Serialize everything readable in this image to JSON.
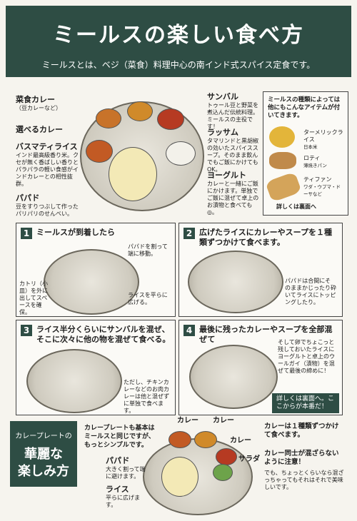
{
  "header": {
    "title": "ミールスの楽しい食べ方",
    "subtitle": "ミールスとは、ベジ（菜食）料理中心の南インド式スパイス定食です。"
  },
  "top": {
    "saishoku": {
      "label": "菜食カレー",
      "sub": "（豆カレーなど）"
    },
    "erabero": {
      "label": "選べるカレー"
    },
    "basmati": {
      "label": "バスマティライス",
      "desc": "インド最高級香り米。クセが無く香ばしい香りとパラパラの軽い食感がインドカレーとの相性抜群。"
    },
    "papad": {
      "label": "パパド",
      "desc": "豆をすりつぶして作ったパリパリのせんべい。"
    },
    "sambar": {
      "label": "サンバル",
      "desc": "トゥール豆と野菜を煮込んだ伝統料理。ミールスの主役です！"
    },
    "rasam": {
      "label": "ラッサム",
      "desc": "タマリンドと黒胡椒の効いたスパイススープ。そのまま飲んでもご飯にかけてもOK。"
    },
    "yogurt": {
      "label": "ヨーグルト",
      "desc": "カレーと一緒にご飯にかけます。単独でご飯に混ぜて卓上のお漬物と食べても◎。"
    }
  },
  "side": {
    "intro": "ミールスの種類によっては他にもこんなアイテムが付いてきます。",
    "items": [
      {
        "name": "ターメリックライス",
        "sub": "日本米"
      },
      {
        "name": "ロティ",
        "sub": "薄焼きパン"
      },
      {
        "name": "ティファン",
        "sub": "ワダ・ウプマ・ドーサなど"
      }
    ],
    "more": "詳しくは裏面へ"
  },
  "steps": [
    {
      "num": "1",
      "title": "ミールスが到着したら",
      "notes": [
        "パパドを割って端に移動。",
        "カトリ（小皿）を外に出してスペースを確保。",
        "ライスを平らに広げる。"
      ]
    },
    {
      "num": "2",
      "title": "広げたライスにカレーやスープを１種類ずつかけて食べます。",
      "notes": [
        "パパドは合間にそのままかじったり砕いてライスにトッピングしたり。"
      ]
    },
    {
      "num": "3",
      "title": "ライス半分くらいにサンバルを混ぜ、そこに次々に他の物を混ぜて食べる。",
      "notes": [
        "ただし、チキンカレーなどのお肉カレーは他と混ぜずに単独で食べます。"
      ]
    },
    {
      "num": "4",
      "title": "最後に残ったカレーやスープを全部混ぜて",
      "notes": [
        "そして卵でちょこっと残しておいたライスにヨーグルトと卓上のウールガイ（漬物）を混ぜて最後の締めに！"
      ],
      "badge": "詳しくは裏面へ。ここからが本番だ！"
    }
  ],
  "bottom": {
    "box_top": "カレープレートの",
    "box_main1": "華麗な",
    "box_main2": "楽しみ方",
    "intro": "カレープレートも基本はミールスと同じですが、もっとシンプルです。",
    "labels": {
      "curry1": "カレー",
      "curry2": "カレー",
      "curry3": "カレー",
      "salad": "サラダ"
    },
    "papad": {
      "label": "パパド",
      "desc": "大きく割って端に避けます。"
    },
    "rice": {
      "label": "ライス",
      "desc": "平らに広げます。"
    },
    "right1": "カレーは１種類ずつかけて食べます。",
    "right2": "カレー同士が混ざらないように注意！",
    "right3": "でも、ちょっとくらいなら混ざっちゃってもそれはそれで美味しいです。"
  }
}
